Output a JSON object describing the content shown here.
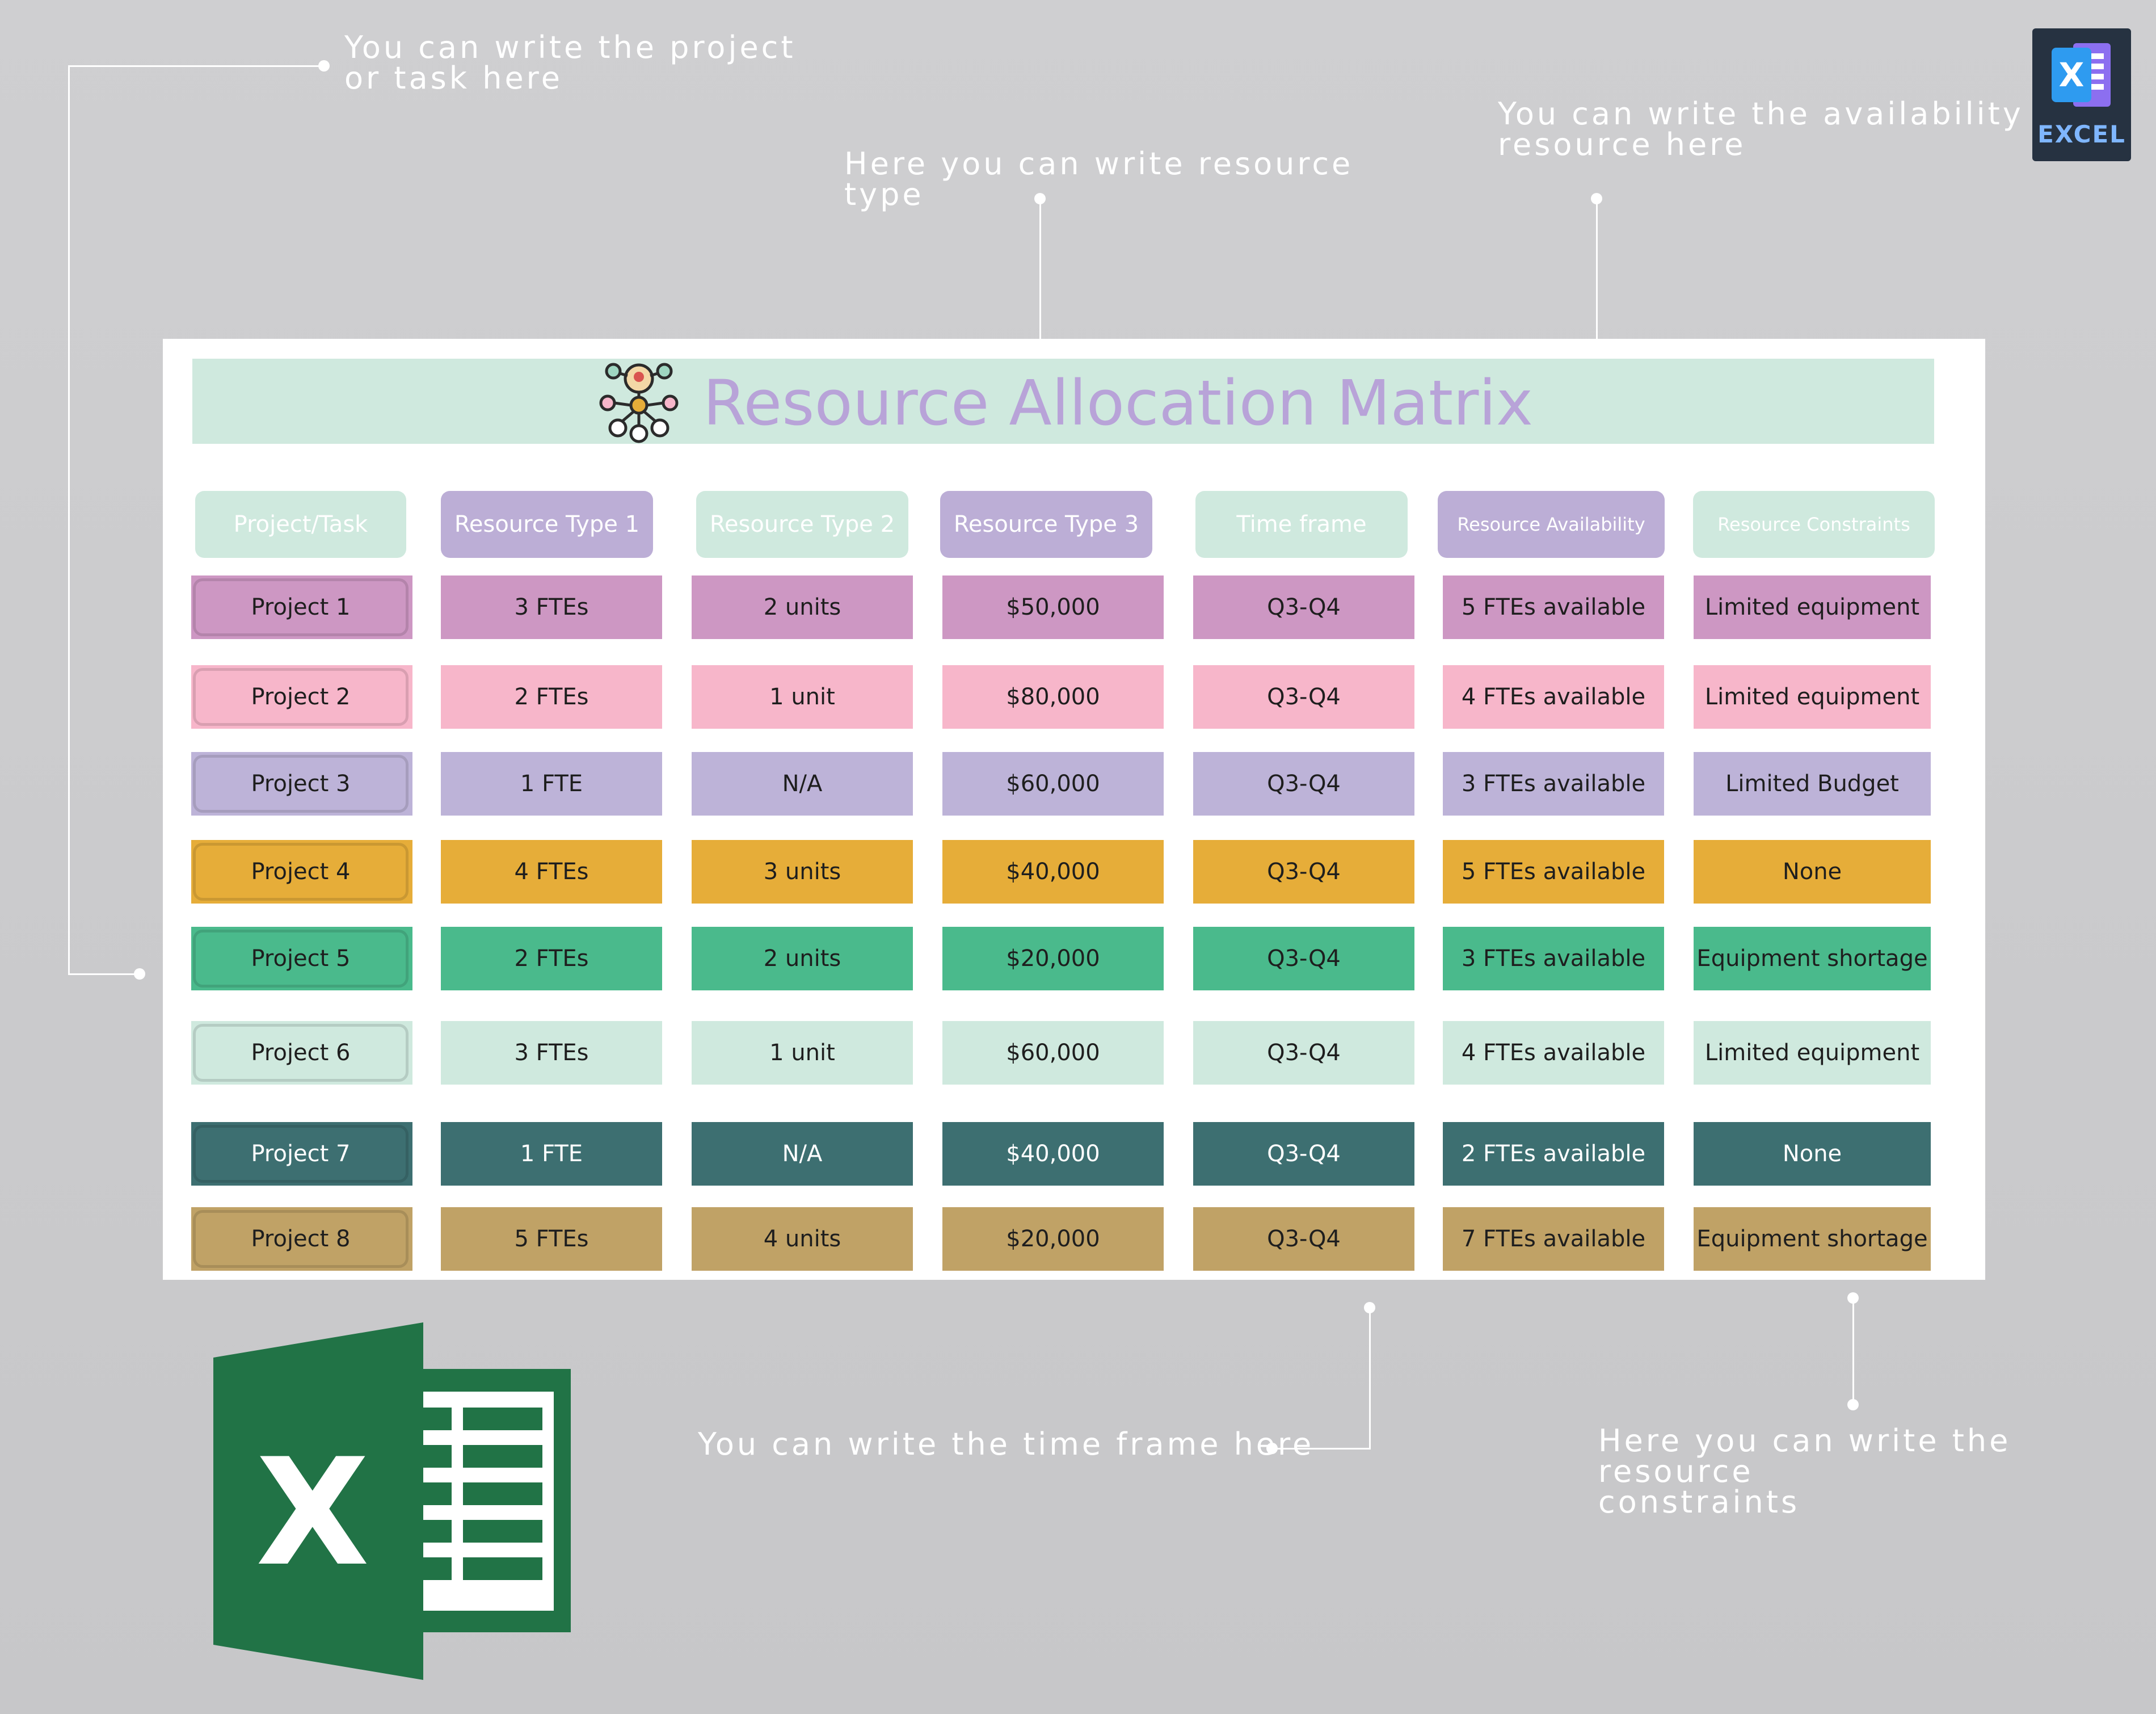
{
  "notes": {
    "project_task": "You can write the project\nor task here",
    "resource_type": "Here you can write resource\ntype",
    "availability": "You can write the availability\nresource here",
    "time_frame": "You can write the time frame here",
    "constraints": "Here you can write the resource\nconstraints"
  },
  "badge": {
    "label": "EXCEL",
    "icon": "excel-doc-icon"
  },
  "sheet": {
    "title": "Resource Allocation Matrix",
    "title_icon": "team-network-icon",
    "headers": [
      {
        "label": "Project/Task",
        "color": "#cfe9de"
      },
      {
        "label": "Resource Type 1",
        "color": "#bcaed6"
      },
      {
        "label": "Resource Type 2",
        "color": "#cfe9de"
      },
      {
        "label": "Resource Type 3",
        "color": "#bcaed6"
      },
      {
        "label": "Time frame",
        "color": "#cfe9de"
      },
      {
        "label": "Resource Availability",
        "color": "#bcaed6"
      },
      {
        "label": "Resource Constraints",
        "color": "#cfe9de"
      }
    ],
    "rows": [
      {
        "project": "Project 1",
        "type1": "3 FTEs",
        "type2": "2 units",
        "type3": "$50,000",
        "timeframe": "Q3-Q4",
        "availability": "5 FTEs available",
        "constraints": "Limited equipment",
        "color": "#cd97c3",
        "pill": "#cd97c3",
        "dark": false
      },
      {
        "project": "Project 2",
        "type1": "2 FTEs",
        "type2": "1 unit",
        "type3": "$80,000",
        "timeframe": "Q3-Q4",
        "availability": "4 FTEs available",
        "constraints": "Limited equipment",
        "color": "#f7b6ca",
        "pill": "#f7b6ca",
        "dark": false
      },
      {
        "project": "Project 3",
        "type1": "1 FTE",
        "type2": "N/A",
        "type3": "$60,000",
        "timeframe": "Q3-Q4",
        "availability": "3 FTEs available",
        "constraints": "Limited Budget",
        "color": "#bdb3d8",
        "pill": "#bdb3d8",
        "dark": false
      },
      {
        "project": "Project 4",
        "type1": "4 FTEs",
        "type2": "3 units",
        "type3": "$40,000",
        "timeframe": "Q3-Q4",
        "availability": "5 FTEs available",
        "constraints": "None",
        "color": "#e6ad39",
        "pill": "#e6ad39",
        "dark": false
      },
      {
        "project": "Project 5",
        "type1": "2 FTEs",
        "type2": "2 units",
        "type3": "$20,000",
        "timeframe": "Q3-Q4",
        "availability": "3 FTEs available",
        "constraints": "Equipment shortage",
        "color": "#4aba8c",
        "pill": "#4aba8c",
        "dark": false
      },
      {
        "project": "Project 6",
        "type1": "3 FTEs",
        "type2": "1 unit",
        "type3": "$60,000",
        "timeframe": "Q3-Q4",
        "availability": "4 FTEs available",
        "constraints": "Limited equipment",
        "color": "#cfe9de",
        "pill": "#cfe9de",
        "dark": false
      },
      {
        "project": "Project 7",
        "type1": "1 FTE",
        "type2": "N/A",
        "type3": "$40,000",
        "timeframe": "Q3-Q4",
        "availability": "2 FTEs available",
        "constraints": "None",
        "color": "#3d6f71",
        "pill": "#3d6f71",
        "dark": false
      },
      {
        "project": "Project 8",
        "type1": "5 FTEs",
        "type2": "4 units",
        "type3": "$20,000",
        "timeframe": "Q3-Q4",
        "availability": "7 FTEs available",
        "constraints": "Equipment shortage",
        "color": "#c0a266",
        "pill": "#c0a266",
        "dark": false
      }
    ]
  },
  "logo": {
    "icon": "excel-logo-icon",
    "color": "#217346"
  }
}
